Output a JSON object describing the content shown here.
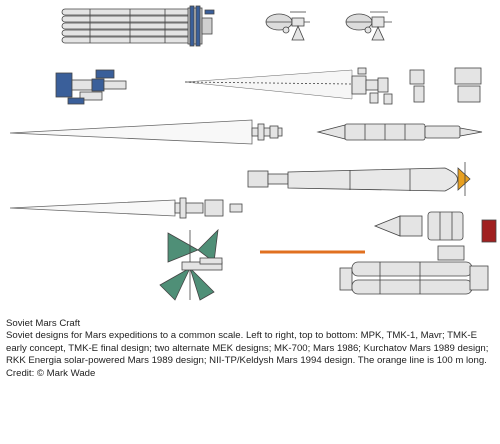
{
  "caption": {
    "title": "Soviet Mars Craft",
    "description": "Soviet designs for Mars expeditions to a common scale. Left to right, top to bottom: MPK, TMK-1, Mavr; TMK-E early concept, TMK-E final design; two alternate MEK designs; MK-700; Mars 1986; Kurchatov Mars 1989 design; RKK Energia solar-powered Mars 1989 design; NII-TP/Keldysh Mars 1994 design. The orange line is 100 m long.",
    "credit": "Credit: © Mark Wade"
  },
  "figure": {
    "scale_bar_length": "100 m",
    "colors": {
      "background": "#ffffff",
      "line": "#444444",
      "body_fill": "#e4e4e4",
      "solar_panel_blue": "#3a5f9a",
      "solar_panel_green": "#4f8f77",
      "scale_bar": "#e07020",
      "accent_orange": "#e8a020",
      "accent_red": "#a02020"
    }
  }
}
